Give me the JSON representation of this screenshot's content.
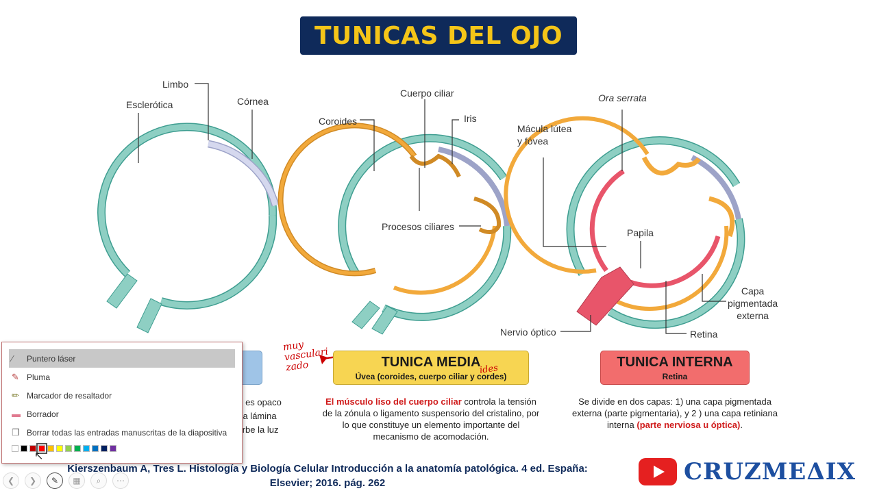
{
  "title": "TUNICAS DEL OJO",
  "diagram1": {
    "labels": {
      "limbo": "Limbo",
      "esclerotica": "Esclerótica",
      "cornea": "Córnea"
    }
  },
  "diagram2": {
    "labels": {
      "cuerpo_ciliar": "Cuerpo ciliar",
      "coroides": "Coroides",
      "iris": "Iris",
      "procesos_ciliares": "Procesos ciliares"
    }
  },
  "diagram3": {
    "labels": {
      "ora_serrata": "Ora serrata",
      "macula": "Mácula lútea\ny fóvea",
      "papila": "Papila",
      "capa": "Capa\npigmentada\nexterna",
      "nervio": "Nervio óptico",
      "retina": "Retina"
    }
  },
  "tunica_media": {
    "title": "TUNICA MEDIA",
    "subtitle": "Úvea (coroides, cuerpo ciliar y cordes)",
    "para_red": "El músculo liso del cuerpo ciliar",
    "para_rest": " controla la tensión de la zónula o ligamento suspensorio del cristalino, por lo que constituye un elemento importante del mecanismo de acomodación."
  },
  "tunica_interna": {
    "title": "TUNICA INTERNA",
    "subtitle": "Retina",
    "para_start": "Se divide en dos capas: 1) una capa pigmentada externa (parte pigmentaria), y 2 ) una capa retiniana interna ",
    "para_red": "(parte nerviosa u óptica)",
    "para_end": "."
  },
  "tunica_externa_fragment": {
    "lines": [
      "o], es opaco",
      "una lámina",
      "sorbe la luz"
    ]
  },
  "handwriting": {
    "line1": "muy",
    "line2": "vasculari",
    "line3": "zado",
    "red_overwrite": "ides"
  },
  "citation": {
    "line1": "Kierszenbaum A, Tres L. Histología y Biología Celular Introducción a la anatomía patológica. 4 ed. España:",
    "line2": "Elsevier; 2016. pág. 262"
  },
  "logo_text": "CRUZMEΔIX",
  "pen_menu": {
    "items": [
      {
        "label": "Puntero láser",
        "icon": "laser-pointer-icon",
        "selected": true
      },
      {
        "label": "Pluma",
        "icon": "pen-icon",
        "selected": false
      },
      {
        "label": "Marcador de resaltador",
        "icon": "highlighter-icon",
        "selected": false
      },
      {
        "label": "Borrador",
        "icon": "eraser-icon",
        "selected": false
      },
      {
        "label": "Borrar todas las entradas manuscritas de la diapositiva",
        "icon": "erase-all-icon",
        "selected": false
      }
    ],
    "colors": [
      "#ffffff",
      "#000000",
      "#c00000",
      "#ff0000",
      "#ffc000",
      "#ffff00",
      "#92d050",
      "#00b050",
      "#00b0f0",
      "#0070c0",
      "#002060",
      "#7030a0"
    ],
    "selected_color": "#ff0000"
  },
  "colors": {
    "title_bg": "#0f2a5a",
    "title_text": "#f5c518",
    "sclera": "#8ecfc3",
    "sclera_stroke": "#3f9e91",
    "cornea": "#c9cde8",
    "uvea": "#f2a93b",
    "retina": "#e8556a"
  }
}
